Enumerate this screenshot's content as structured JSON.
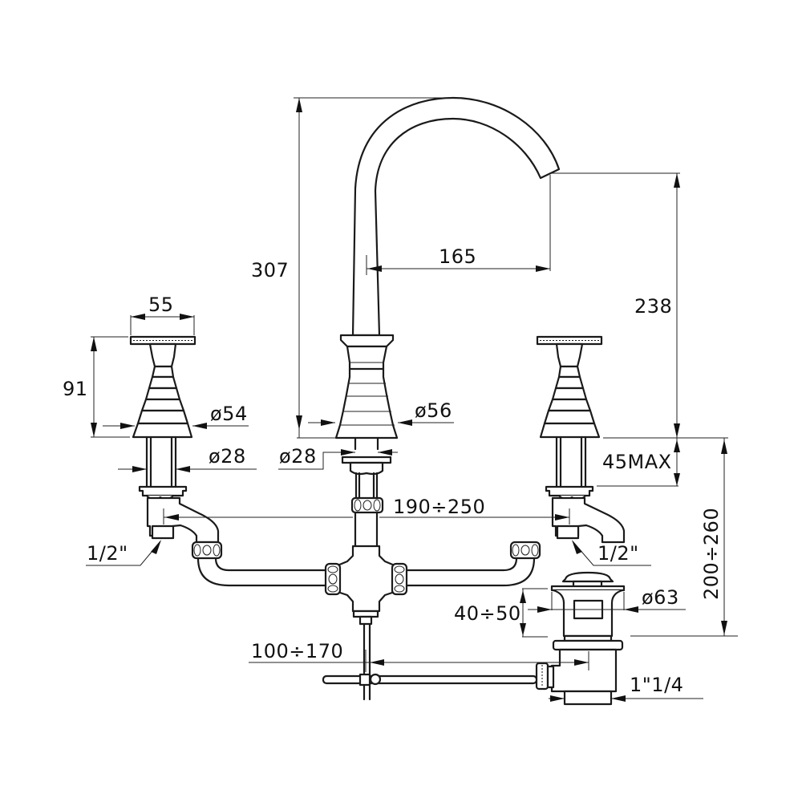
{
  "drawing": {
    "subject": "Three-hole basin mixer with swan-neck spout, cross-head handles and pop-up waste",
    "colors": {
      "line": "#1a1a1a",
      "background": "#ffffff"
    },
    "dimensions": {
      "total_height": "307",
      "spout_reach": "165",
      "spout_outlet_height": "238",
      "handle_width": "55",
      "handle_height": "91",
      "handle_base_diameter": "ø54",
      "spout_base_diameter": "ø56",
      "shank_diameter_left": "ø28",
      "shank_diameter_center": "ø28",
      "deck_thickness_max": "45MAX",
      "inlet_spacing": "190÷250",
      "inlet_thread_left": "1/2\"",
      "inlet_thread_right": "1/2\"",
      "below_deck_depth": "200÷260",
      "waste_plug_height": "40÷50",
      "waste_plug_diameter": "ø63",
      "pull_rod_distance": "100÷170",
      "waste_thread": "1\"1/4"
    }
  }
}
